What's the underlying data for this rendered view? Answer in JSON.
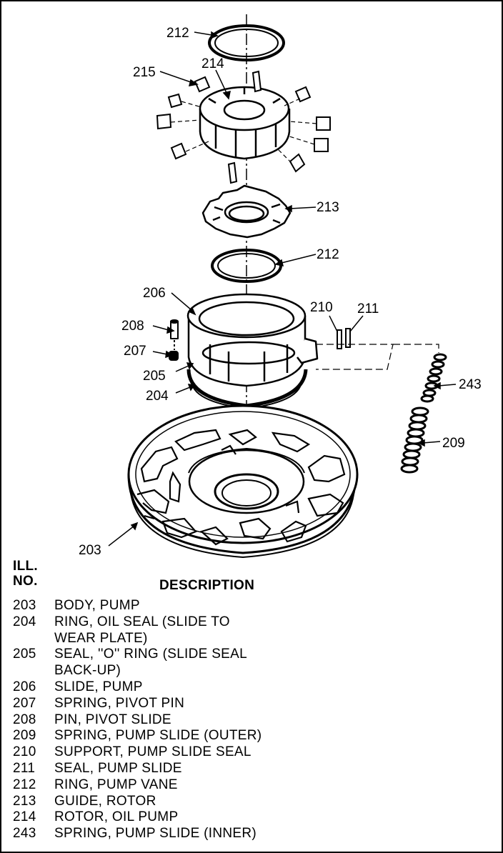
{
  "callouts": {
    "c212a": "212",
    "c214": "214",
    "c215": "215",
    "c213": "213",
    "c212b": "212",
    "c206": "206",
    "c210": "210",
    "c211": "211",
    "c208": "208",
    "c207": "207",
    "c205": "205",
    "c204": "204",
    "c243": "243",
    "c209": "209",
    "c203": "203"
  },
  "legend": {
    "header_ill": "ILL.",
    "header_no": "NO.",
    "header_desc": "DESCRIPTION",
    "items": [
      {
        "no": "203",
        "lines": [
          "BODY, PUMP"
        ]
      },
      {
        "no": "204",
        "lines": [
          "RING, OIL SEAL (SLIDE TO",
          "WEAR PLATE)"
        ]
      },
      {
        "no": "205",
        "lines": [
          "SEAL, ''O'' RING (SLIDE SEAL",
          "BACK-UP)"
        ]
      },
      {
        "no": "206",
        "lines": [
          "SLIDE, PUMP"
        ]
      },
      {
        "no": "207",
        "lines": [
          "SPRING, PIVOT PIN"
        ]
      },
      {
        "no": "208",
        "lines": [
          "PIN, PIVOT SLIDE"
        ]
      },
      {
        "no": "209",
        "lines": [
          "SPRING, PUMP SLIDE (OUTER)"
        ]
      },
      {
        "no": "210",
        "lines": [
          "SUPPORT, PUMP SLIDE SEAL"
        ]
      },
      {
        "no": "211",
        "lines": [
          "SEAL, PUMP SLIDE"
        ]
      },
      {
        "no": "212",
        "lines": [
          "RING, PUMP VANE"
        ]
      },
      {
        "no": "213",
        "lines": [
          "GUIDE, ROTOR"
        ]
      },
      {
        "no": "214",
        "lines": [
          "ROTOR, OIL PUMP"
        ]
      },
      {
        "no": "243",
        "lines": [
          "SPRING, PUMP SLIDE (INNER)"
        ]
      }
    ]
  }
}
